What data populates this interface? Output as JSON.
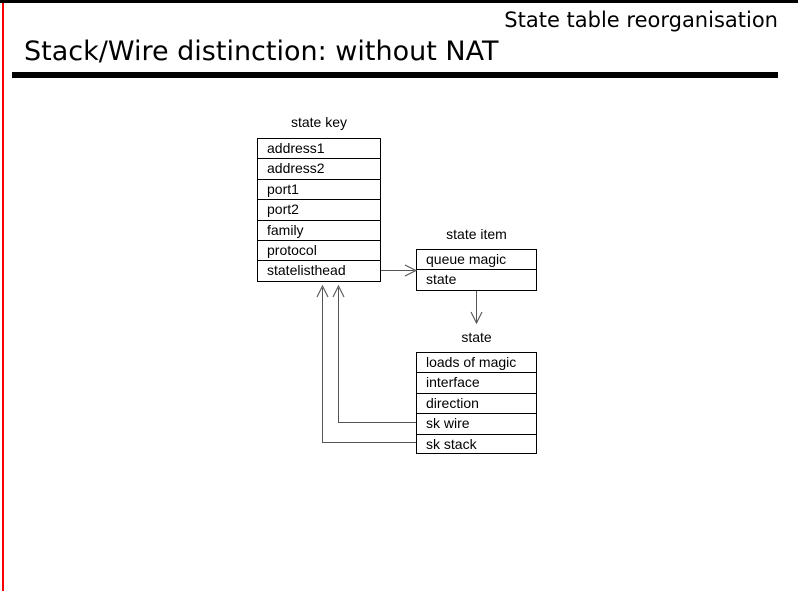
{
  "slide": {
    "header_label": "State table reorganisation",
    "title": "Stack/Wire distinction: without NAT",
    "accent_color": "#ff0000",
    "rule_color": "#000000",
    "background": "#ffffff"
  },
  "diagram": {
    "state_key": {
      "caption": "state key",
      "rows": [
        "address1",
        "address2",
        "port1",
        "port2",
        "family",
        "protocol",
        "statelisthead"
      ]
    },
    "state_item": {
      "caption": "state item",
      "rows": [
        "queue magic",
        "state"
      ]
    },
    "state": {
      "caption": "state",
      "rows": [
        "loads of magic",
        "interface",
        "direction",
        "sk wire",
        "sk stack"
      ]
    },
    "connectors": [
      {
        "name": "statelisthead-to-state-item",
        "from": "state key.statelisthead",
        "to": "state item",
        "style": "arrow"
      },
      {
        "name": "state-item-to-state",
        "from": "state item.state",
        "to": "state",
        "style": "arrow"
      },
      {
        "name": "sk-wire-to-statelisthead",
        "from": "state.sk wire",
        "to": "state key.statelisthead",
        "style": "arrow"
      },
      {
        "name": "sk-stack-to-statelisthead",
        "from": "state.sk stack",
        "to": "state key.statelisthead",
        "style": "arrow"
      }
    ]
  }
}
